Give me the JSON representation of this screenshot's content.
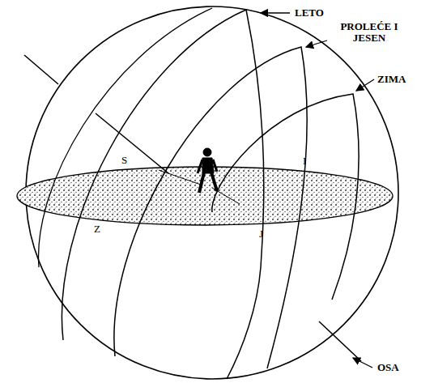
{
  "diagram": {
    "labels": [
      "LETO",
      "PROLEĆE I JESEN",
      "ZIMA",
      "OSA",
      "S",
      "I",
      "Z",
      "J"
    ]
  }
}
